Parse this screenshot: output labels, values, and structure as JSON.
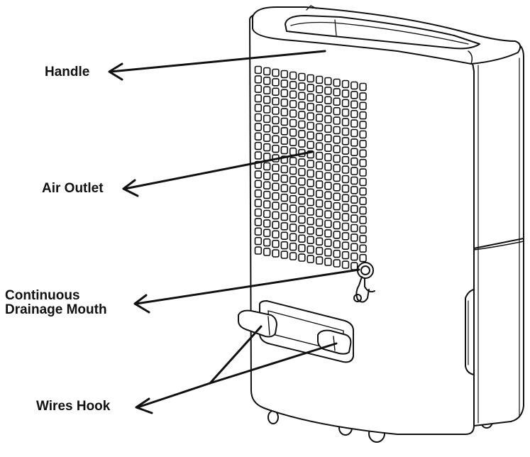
{
  "labels": {
    "handle": "Handle",
    "air_outlet": "Air Outlet",
    "drainage_line1": "Continuous",
    "drainage_line2": "Drainage Mouth",
    "wires_hook": "Wires Hook"
  },
  "colors": {
    "line": "#111111",
    "body_fill": "#ffffff",
    "vent_stroke": "#222222"
  },
  "vent_grid": {
    "columns": 13,
    "rows": 20
  }
}
